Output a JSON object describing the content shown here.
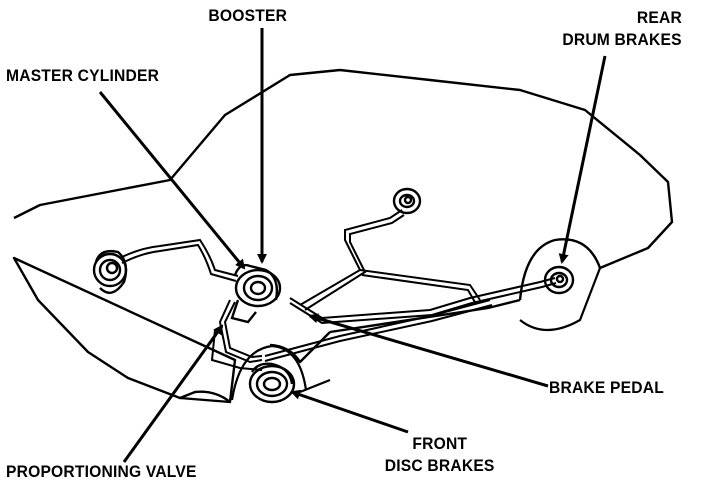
{
  "labels": {
    "booster": "BOOSTER",
    "rear_drum_line1": "REAR",
    "rear_drum_line2": "DRUM BRAKES",
    "master_cylinder": "MASTER CYLINDER",
    "brake_pedal": "BRAKE PEDAL",
    "front_disc_line1": "FRONT",
    "front_disc_line2": "DISC BRAKES",
    "proportioning_valve": "PROPORTIONING VALVE"
  },
  "colors": {
    "ink": "#000000",
    "paper": "#ffffff"
  }
}
